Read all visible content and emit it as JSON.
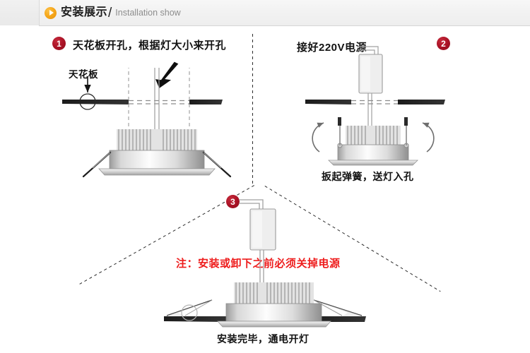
{
  "header": {
    "icon": "play-circle-icon",
    "title_cn": "安装展示",
    "separator": "/",
    "title_en": "Installation show",
    "accent_color": "#f6a81c"
  },
  "badge_color": "#ab1326",
  "warning_color": "#ee1c1c",
  "panels": [
    {
      "badge": "1",
      "title": "天花板开孔，根据灯大小来开孔",
      "label": "天花板",
      "caption": "",
      "arrow": "down-left-arrow"
    },
    {
      "badge": "2",
      "title": "接好220V电源",
      "label": "",
      "caption": "扳起弹簧，送灯入孔",
      "arrow": "spring-rotate-arrows"
    },
    {
      "badge": "3",
      "title": "",
      "label": "",
      "warning": "注：安装或卸下之前必须关掉电源",
      "caption": "安装完毕，通电开灯",
      "arrow": ""
    }
  ]
}
